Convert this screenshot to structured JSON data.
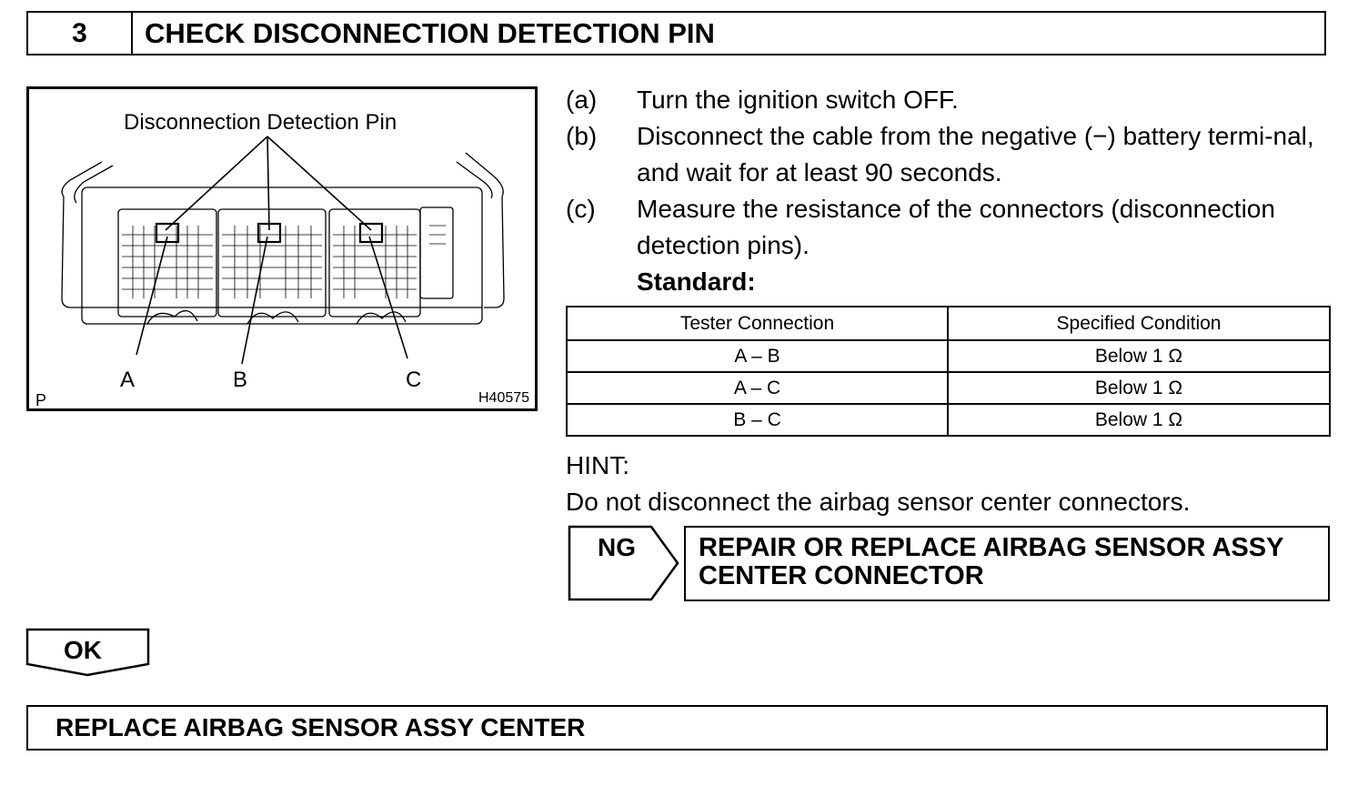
{
  "step": {
    "number": "3",
    "title": "CHECK DISCONNECTION DETECTION PIN"
  },
  "figure": {
    "callout": "Disconnection Detection Pin",
    "label_a": "A",
    "label_b": "B",
    "label_c": "C",
    "corner_mark": "P",
    "figure_code": "H40575"
  },
  "procedure": [
    {
      "mark": "(a)",
      "text": "Turn the ignition switch OFF."
    },
    {
      "mark": "(b)",
      "text": "Disconnect the cable from the negative (−) battery termi-nal, and wait for at least 90 seconds."
    },
    {
      "mark": "(c)",
      "text": "Measure the resistance of the connectors (disconnection detection pins)."
    }
  ],
  "standard_label": "Standard:",
  "table": {
    "headers": [
      "Tester Connection",
      "Specified Condition"
    ],
    "rows": [
      [
        "A – B",
        "Below 1 Ω"
      ],
      [
        "A – C",
        "Below 1 Ω"
      ],
      [
        "B – C",
        "Below 1 Ω"
      ]
    ]
  },
  "hint": {
    "label": "HINT:",
    "text": "Do not disconnect the airbag sensor center connectors."
  },
  "ng_result": {
    "label": "NG",
    "line1": "REPAIR OR REPLACE AIRBAG SENSOR ASSY",
    "line2": "CENTER CONNECTOR"
  },
  "ok_result": {
    "label": "OK"
  },
  "final_action": "REPLACE AIRBAG SENSOR ASSY CENTER"
}
